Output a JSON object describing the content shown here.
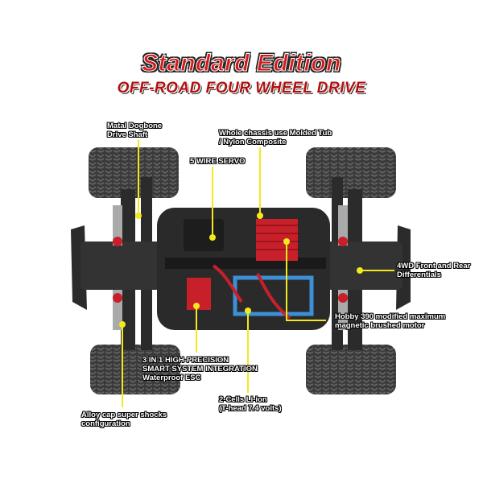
{
  "header": {
    "title": "Standard Edition",
    "subtitle": "OFF-ROAD FOUR WHEEL DRIVE"
  },
  "callouts": [
    {
      "id": "dogbone",
      "lines": [
        "Matal Dogbone",
        "Drive Shaft"
      ]
    },
    {
      "id": "chassis",
      "lines": [
        "Whole chassis use Molded Tub",
        "/ Nylon Composite"
      ]
    },
    {
      "id": "servo",
      "lines": [
        "5 WIRE SERVO"
      ]
    },
    {
      "id": "differentials",
      "lines": [
        "4WD Front and Rear",
        "Differentials"
      ]
    },
    {
      "id": "motor",
      "lines": [
        "Hobby 390 modified maximum",
        "magnetic brushed motor"
      ]
    },
    {
      "id": "esc",
      "lines": [
        "3 IN 1 HIGH-PRECISION",
        "SMART SYSTEM INTEGRATION",
        "Waterproof ESC"
      ]
    },
    {
      "id": "battery",
      "lines": [
        "2-Cells  Li-ion",
        "(T-head 7.4 volts)"
      ]
    },
    {
      "id": "shocks",
      "lines": [
        "Alloy cap super shocks",
        "configuration"
      ]
    }
  ],
  "colors": {
    "title_red": "#d21a1a",
    "leader_yellow": "#f2ea1c",
    "motor_red": "#c8202a",
    "battery_blue": "#3d8fd6"
  }
}
